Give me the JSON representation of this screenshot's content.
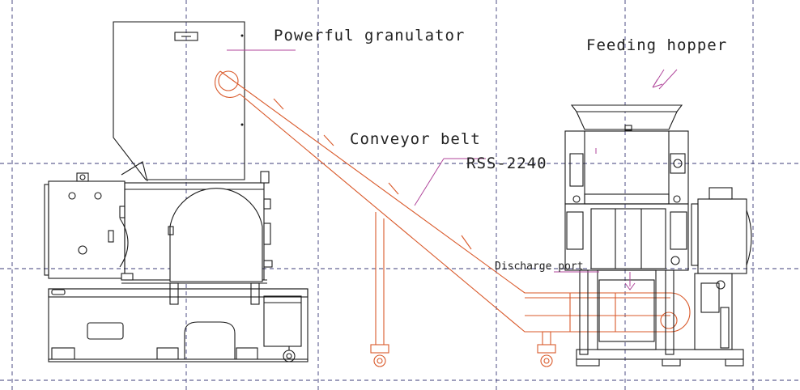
{
  "labels": {
    "granulator": "Powerful granulator",
    "hopper": "Feeding hopper",
    "conveyor": "Conveyor belt",
    "model": "RSS-2240",
    "discharge": "Discharge port"
  },
  "colors": {
    "line": "#1a1a1a",
    "conveyor": "#d9592a",
    "leader": "#b0469b",
    "grid": "#3c3c78",
    "background": "#ffffff"
  }
}
